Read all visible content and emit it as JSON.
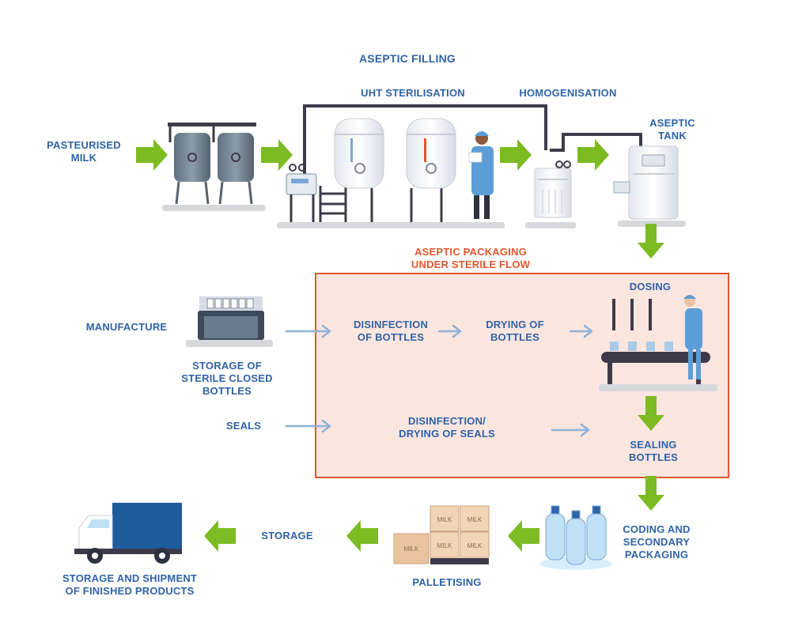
{
  "title": "ASEPTIC FILLING",
  "sections": {
    "packaging_line1": "ASEPTIC PACKAGING",
    "packaging_line2": "UNDER STERILE FLOW"
  },
  "steps": {
    "pasteurised_line1": "PASTEURISED",
    "pasteurised_line2": "MILK",
    "uht": "UHT STERILISATION",
    "homogenisation": "HOMOGENISATION",
    "aseptic_tank_line1": "ASEPTIC",
    "aseptic_tank_line2": "TANK",
    "dosing": "DOSING",
    "manufacture": "MANUFACTURE",
    "storage_bottles_line1": "STORAGE OF",
    "storage_bottles_line2": "STERILE CLOSED",
    "storage_bottles_line3": "BOTTLES",
    "disinfection_line1": "DISINFECTION",
    "disinfection_line2": "OF BOTTLES",
    "drying_line1": "DRYING OF",
    "drying_line2": "BOTTLES",
    "seals": "SEALS",
    "seal_treatment_line1": "DISINFECTION/",
    "seal_treatment_line2": "DRYING OF SEALS",
    "sealing_line1": "SEALING",
    "sealing_line2": "BOTTLES",
    "coding_line1": "CODING AND",
    "coding_line2": "SECONDARY",
    "coding_line3": "PACKAGING",
    "palletising": "PALLETISING",
    "storage": "STORAGE",
    "shipment_line1": "STORAGE AND SHIPMENT",
    "shipment_line2": "OF FINISHED PRODUCTS"
  },
  "product_labels": {
    "milk": "MILK"
  },
  "colors": {
    "label_blue": "#2f63a8",
    "accent_orange": "#e0572e",
    "arrow_green": "#7dbb22",
    "arrow_light_blue": "#8fb2d6",
    "sterile_zone_fill": "#fbe5df",
    "sterile_zone_border": "#e0572e",
    "truck_blue": "#1f5c9c"
  }
}
